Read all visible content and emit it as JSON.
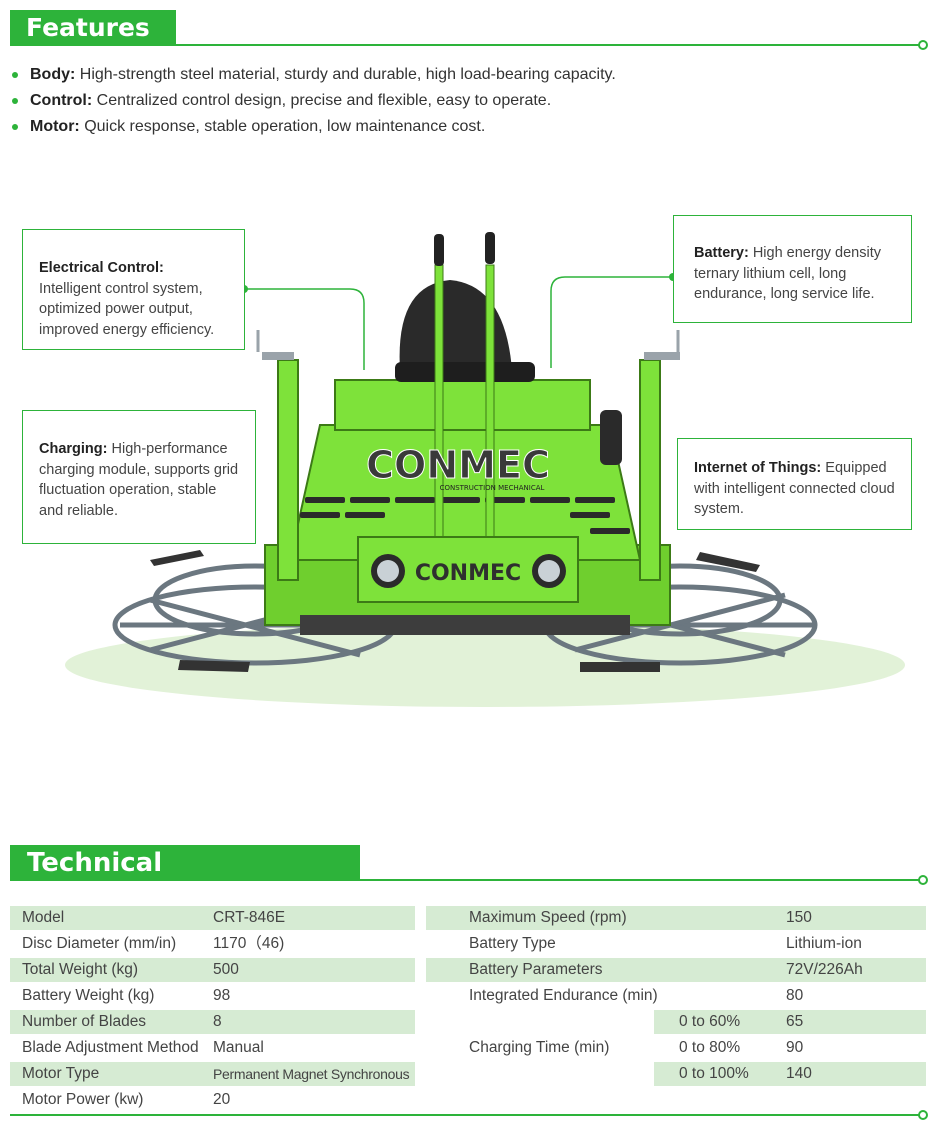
{
  "features_section": {
    "title": "Features",
    "items": [
      {
        "label": "Body:",
        "text": " High-strength steel material, sturdy and durable, high load-bearing capacity."
      },
      {
        "label": "Control:",
        "text": " Centralized control design, precise and flexible, easy to operate."
      },
      {
        "label": "Motor:",
        "text": " Quick response, stable operation, low maintenance cost."
      }
    ]
  },
  "callouts": {
    "electrical": {
      "label": "Electrical Control:",
      "text": " Intelligent control system, optimized power output, improved energy efficiency."
    },
    "charging": {
      "label": "Charging:",
      "text": " High-performance charging module, supports grid fluctuation operation, stable and reliable."
    },
    "battery": {
      "label": "Battery:",
      "text": " High energy density ternary lithium cell, long endurance, long service life."
    },
    "iot": {
      "label": "Internet of Things:",
      "text": " Equipped with intelligent connected cloud system."
    }
  },
  "machine": {
    "brand_main": "CONMEC",
    "brand_sub": "CONSTRUCTION MECHANICAL",
    "brand_front": "CONMEC",
    "colors": {
      "body": "#7ee23a",
      "ring": "#6b7780",
      "accent": "#2db33a"
    }
  },
  "spec_section": {
    "title": "Technical Specification",
    "left_rows": [
      {
        "label": "Model",
        "value": "CRT-846E"
      },
      {
        "label": "Disc Diameter (mm/in)",
        "value": "1170（46)"
      },
      {
        "label": "Total Weight (kg)",
        "value": "500"
      },
      {
        "label": "Battery Weight (kg)",
        "value": "98"
      },
      {
        "label": "Number of Blades",
        "value": "8"
      },
      {
        "label": "Blade Adjustment Method",
        "value": "Manual"
      },
      {
        "label": "Motor Type",
        "value": "Permanent Magnet Synchronous"
      },
      {
        "label": "Motor Power (kw)",
        "value": "20"
      }
    ],
    "right_rows": [
      {
        "label": "Maximum Speed (rpm)",
        "value": "150"
      },
      {
        "label": "Battery Type",
        "value": "Lithium-ion"
      },
      {
        "label": "Battery Parameters",
        "value": "72V/226Ah"
      },
      {
        "label": "Integrated Endurance (min)",
        "value": "80"
      }
    ],
    "charging": {
      "label": "Charging Time (min)",
      "rows": [
        {
          "range": "0 to 60%",
          "value": "65"
        },
        {
          "range": "0 to 80%",
          "value": "90"
        },
        {
          "range": "0 to 100%",
          "value": "140"
        }
      ]
    }
  }
}
